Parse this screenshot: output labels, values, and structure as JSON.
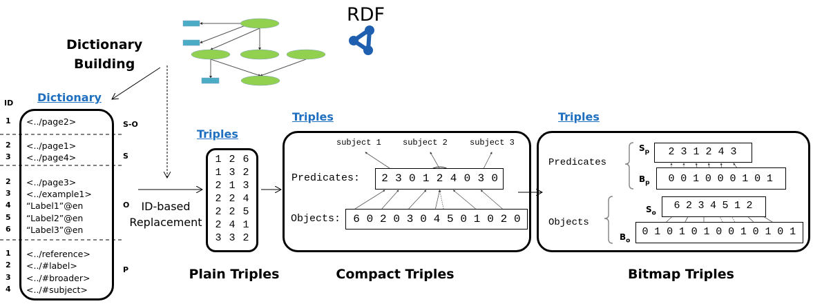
{
  "header": {
    "dictionary_building": [
      "Dictionary",
      "Building"
    ],
    "rdf_label": "RDF"
  },
  "dictionary": {
    "id_header": "ID",
    "title": "Dictionary",
    "sections": [
      {
        "tag": "S-O",
        "rows": [
          {
            "id": "1",
            "term": "<../page2>"
          }
        ]
      },
      {
        "tag": "S",
        "rows": [
          {
            "id": "2",
            "term": "<../page1>"
          },
          {
            "id": "3",
            "term": "<../page4>"
          }
        ]
      },
      {
        "tag": "O",
        "rows": [
          {
            "id": "2",
            "term": "<../page3>"
          },
          {
            "id": "3",
            "term": "<../example1>"
          },
          {
            "id": "4",
            "term": "“Label1”@en"
          },
          {
            "id": "5",
            "term": "“Label2”@en"
          },
          {
            "id": "6",
            "term": "“Label3”@en"
          }
        ]
      },
      {
        "tag": "P",
        "rows": [
          {
            "id": "1",
            "term": "<../reference>"
          },
          {
            "id": "2",
            "term": "<../#label>"
          },
          {
            "id": "3",
            "term": "<../#broader>"
          },
          {
            "id": "4",
            "term": "<../#subject>"
          }
        ]
      }
    ]
  },
  "replacement": {
    "line1": "ID-based",
    "line2": "Replacement"
  },
  "plain": {
    "title": "Triples",
    "caption": "Plain Triples",
    "rows": [
      [
        "1",
        "2",
        "6"
      ],
      [
        "1",
        "3",
        "2"
      ],
      [
        "2",
        "1",
        "3"
      ],
      [
        "2",
        "2",
        "4"
      ],
      [
        "2",
        "2",
        "5"
      ],
      [
        "2",
        "4",
        "1"
      ],
      [
        "3",
        "3",
        "2"
      ]
    ]
  },
  "compact": {
    "title": "Triples",
    "caption": "Compact Triples",
    "subjects": [
      "subject 1",
      "subject 2",
      "subject 3"
    ],
    "predicates_label": "Predicates:",
    "predicates": [
      "2",
      "3",
      "0",
      "1",
      "2",
      "4",
      "0",
      "3",
      "0"
    ],
    "objects_label": "Objects:",
    "objects": [
      "6",
      "0",
      "2",
      "0",
      "3",
      "0",
      "4",
      "5",
      "0",
      "1",
      "0",
      "2",
      "0"
    ]
  },
  "bitmap": {
    "title": "Triples",
    "caption": "Bitmap Triples",
    "predicates_label": "Predicates",
    "objects_label": "Objects",
    "sp_label": {
      "base": "S",
      "sub": "p"
    },
    "bp_label": {
      "base": "B",
      "sub": "p"
    },
    "so_label": {
      "base": "S",
      "sub": "o"
    },
    "bo_label": {
      "base": "B",
      "sub": "o"
    },
    "sp": [
      "2",
      "3",
      "1",
      "2",
      "4",
      "3"
    ],
    "bp": [
      "0",
      "0",
      "1",
      "0",
      "0",
      "0",
      "1",
      "0",
      "1"
    ],
    "so": [
      "6",
      "2",
      "3",
      "4",
      "5",
      "1",
      "2"
    ],
    "bo": [
      "0",
      "1",
      "0",
      "1",
      "0",
      "1",
      "0",
      "0",
      "1",
      "0",
      "1",
      "0",
      "1"
    ]
  },
  "colors": {
    "link": "#1f6fc0",
    "graph_node": "#92d050",
    "graph_leaf": "#4bacc6",
    "rdf_logo": "#1f5fb0"
  }
}
